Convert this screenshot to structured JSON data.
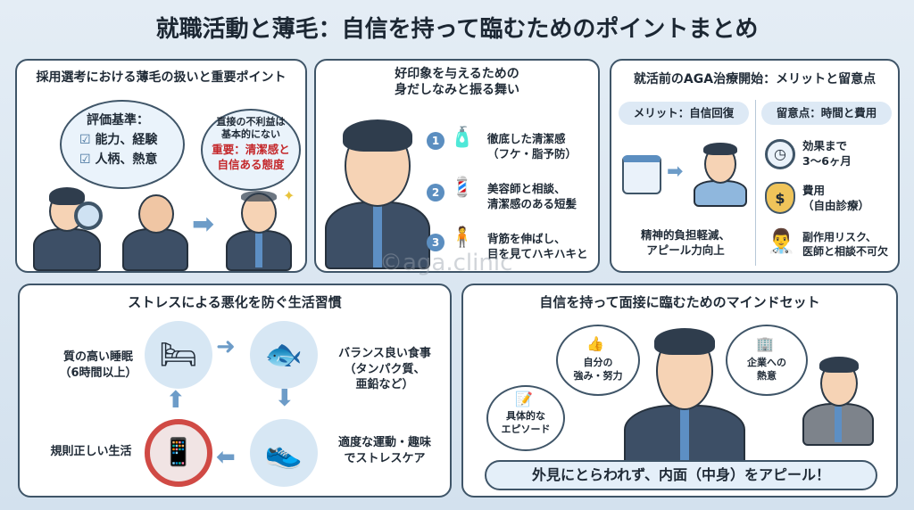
{
  "title": "就職活動と薄毛：自信を持って臨むためのポイントまとめ",
  "panel1": {
    "heading": "採用選考における薄毛の扱いと重要ポイント",
    "criteria_title": "評価基準：",
    "criteria": [
      "能力、経験",
      "人柄、熱意"
    ],
    "note_lines": [
      "直接の不利益は",
      "基本的にない"
    ],
    "important_lines": [
      "重要：清潔感と",
      "自信ある態度"
    ]
  },
  "panel2": {
    "heading_lines": [
      "好印象を与えるための",
      "身だしなみと振る舞い"
    ],
    "items": [
      {
        "num": "1",
        "lines": [
          "徹底した清潔感",
          "（フケ・脂予防）"
        ]
      },
      {
        "num": "2",
        "lines": [
          "美容師と相談、",
          "清潔感のある短髪"
        ]
      },
      {
        "num": "3",
        "lines": [
          "背筋を伸ばし、",
          "目を見てハキハキと"
        ]
      }
    ]
  },
  "panel3": {
    "heading": "就活前のAGA治療開始：メリットと留意点",
    "merit_label": "メリット：自信回復",
    "merit_lines": [
      "精神的負担軽減、",
      "アピール力向上"
    ],
    "caution_label": "留意点：時間と費用",
    "cautions": [
      {
        "icon": "clock-icon",
        "lines": [
          "効果まで",
          "3〜6ヶ月"
        ]
      },
      {
        "icon": "money-bag-icon",
        "lines": [
          "費用",
          "（自由診療）"
        ]
      },
      {
        "icon": "doctor-icon",
        "lines": [
          "副作用リスク、",
          "医師と相談不可欠"
        ]
      }
    ]
  },
  "panel4": {
    "heading": "ストレスによる悪化を防ぐ生活習慣",
    "sleep_lines": [
      "質の高い睡眠",
      "（6時間以上）"
    ],
    "food_lines": [
      "バランス良い食事",
      "（タンパク質、",
      "亜鉛など）"
    ],
    "exercise_lines": [
      "適度な運動・趣味",
      "でストレスケア"
    ],
    "regular": "規則正しい生活"
  },
  "panel5": {
    "heading": "自信を持って面接に臨むためのマインドセット",
    "thought1_lines": [
      "具体的な",
      "エピソード"
    ],
    "thought2_lines": [
      "自分の",
      "強み・努力"
    ],
    "thought3_lines": [
      "企業への",
      "熱意"
    ],
    "banner": "外見にとらわれず、内面（中身）をアピール！"
  },
  "watermark": "©aga.clinic",
  "colors": {
    "accent": "#5b8ec0",
    "important": "#c4282b",
    "border": "#3f5568"
  }
}
